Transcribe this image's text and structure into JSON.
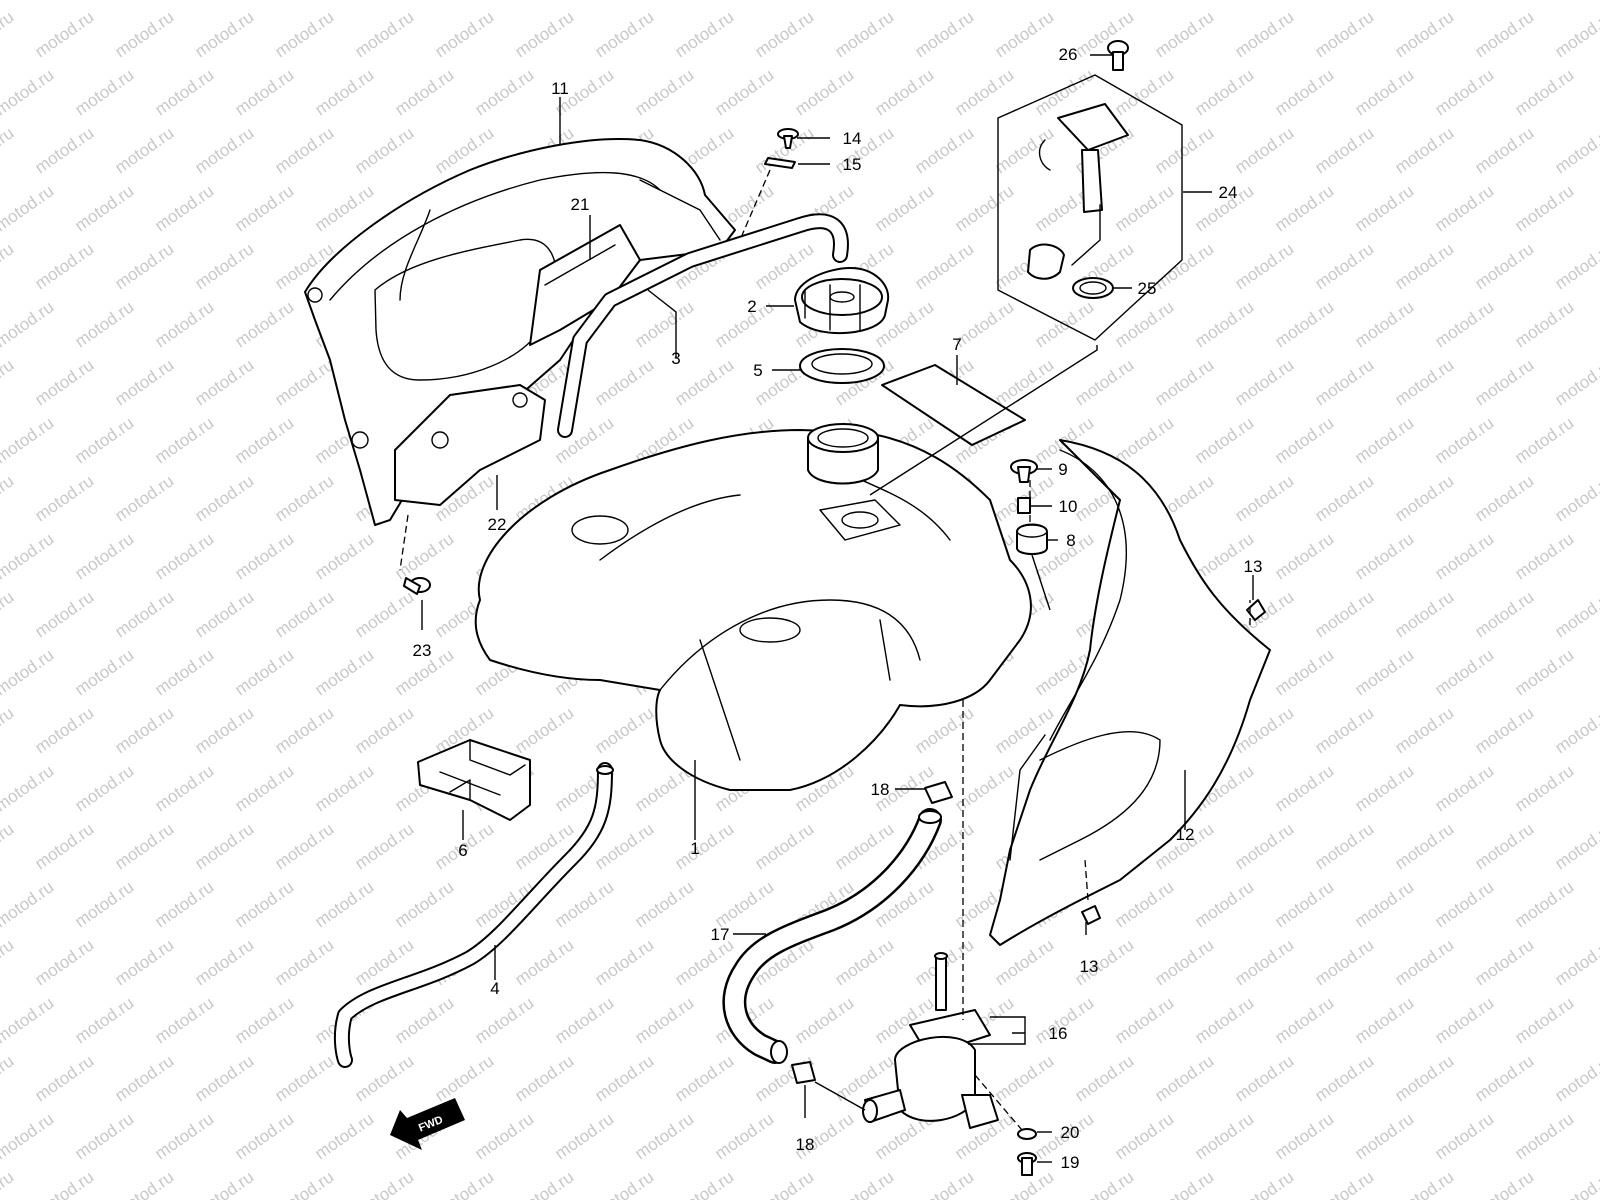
{
  "watermark": "motod.ru",
  "fwd_label": "FWD",
  "callouts": [
    "1",
    "2",
    "3",
    "4",
    "5",
    "6",
    "7",
    "8",
    "9",
    "10",
    "11",
    "12",
    "13",
    "14",
    "15",
    "16",
    "17",
    "18",
    "19",
    "20",
    "21",
    "22",
    "23",
    "24",
    "25",
    "26"
  ],
  "colors": {
    "line": "#000000",
    "background": "#ffffff",
    "watermark": "#c8c8c8"
  }
}
